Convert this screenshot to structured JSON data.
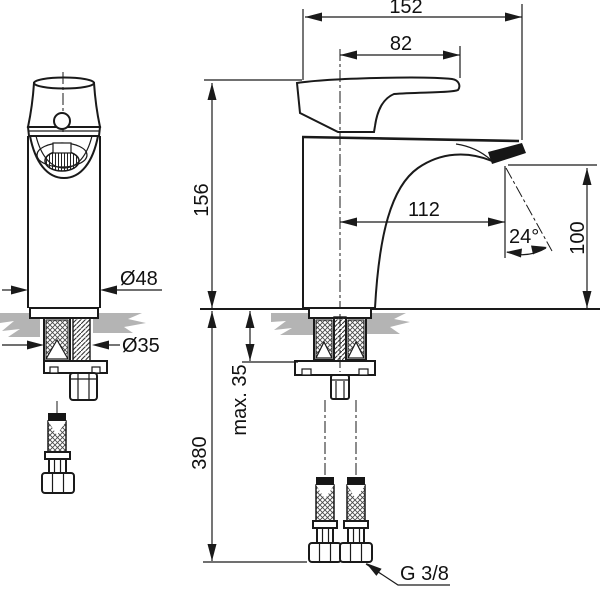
{
  "drawing": {
    "dimensions": {
      "overall_depth": "152",
      "handle_depth": "82",
      "body_height": "156",
      "spout_reach": "112",
      "spout_angle": "24°",
      "outlet_height": "100",
      "base_diameter": "Ø48",
      "mounting_hole_diameter": "Ø35",
      "max_deck_thickness": "max. 35",
      "hose_length": "380",
      "connection_thread": "G 3/8"
    },
    "colors": {
      "line": "#1a1a1a",
      "countertop_gray": "#b4b4b4",
      "background": "#ffffff"
    }
  }
}
